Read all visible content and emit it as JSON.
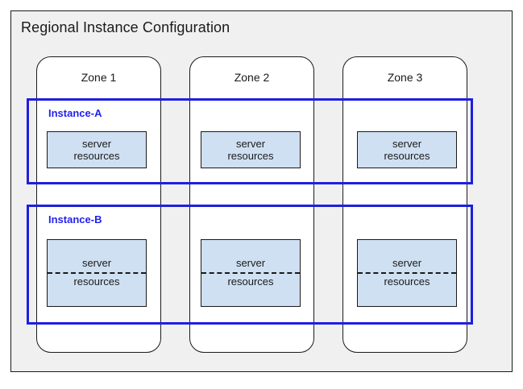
{
  "diagram": {
    "title": "Regional Instance Configuration",
    "background_color": "#f0f0f0",
    "frame_border_color": "#1a1a1a"
  },
  "zones": [
    {
      "label": "Zone 1"
    },
    {
      "label": "Zone 2"
    },
    {
      "label": "Zone 3"
    }
  ],
  "instances": [
    {
      "label": "Instance-A",
      "outline_color": "#1f1fe0",
      "resources": [
        {
          "line1": "server",
          "line2": "resources",
          "split": false
        },
        {
          "line1": "server",
          "line2": "resources",
          "split": false
        },
        {
          "line1": "server",
          "line2": "resources",
          "split": false
        }
      ]
    },
    {
      "label": "Instance-B",
      "outline_color": "#1f1fe0",
      "resources": [
        {
          "line1": "server",
          "line2": "resources",
          "split": true
        },
        {
          "line1": "server",
          "line2": "resources",
          "split": true
        },
        {
          "line1": "server",
          "line2": "resources",
          "split": true
        }
      ]
    }
  ],
  "style": {
    "resource_fill": "#cfe0f2",
    "resource_border": "#1a1a1a",
    "instance_label_color": "#2222ee"
  }
}
